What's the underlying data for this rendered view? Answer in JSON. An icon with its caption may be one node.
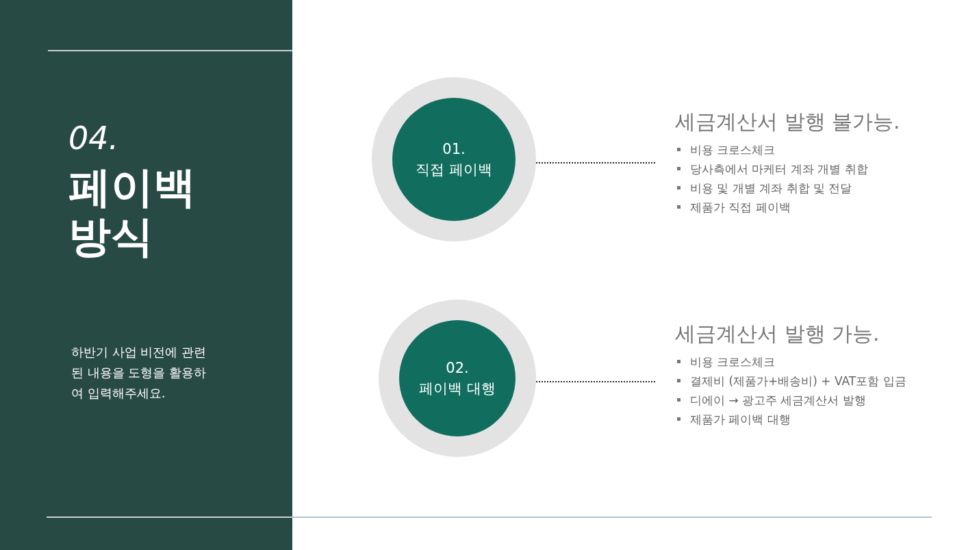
{
  "diagram": {
    "title": "페이백 방식",
    "nodes": [
      {
        "text": [
          "01.",
          "직접 페이백"
        ]
      },
      {
        "text": [
          "세금계산서 발행 불가능.",
          "비용 크로스체크",
          "당사측에서 마케터 계좌 개별 취합",
          "비용 및 개별 계좌 취합 및 전달",
          "제품가 직접 페이백"
        ]
      },
      {
        "text": [
          "02.",
          "페이백 대행"
        ]
      },
      {
        "text": [
          "세금계산서 발행 가능.",
          "비용 크로스체크",
          "결제비 (제품가+배송비) + VAT포함 입금",
          "디에이 → 광고주 세금계산서 발행",
          "제품가 페이백 대행"
        ]
      }
    ],
    "edges": [
      {
        "from": 0,
        "to": 1,
        "arrow": "none",
        "style": "dashed"
      },
      {
        "from": 2,
        "to": 3,
        "arrow": "none",
        "style": "dashed"
      }
    ],
    "labels": [
      "04.",
      "하반기 사업 비전에 관련된 내용을 도형을 활용하여 입력해주세요."
    ]
  }
}
